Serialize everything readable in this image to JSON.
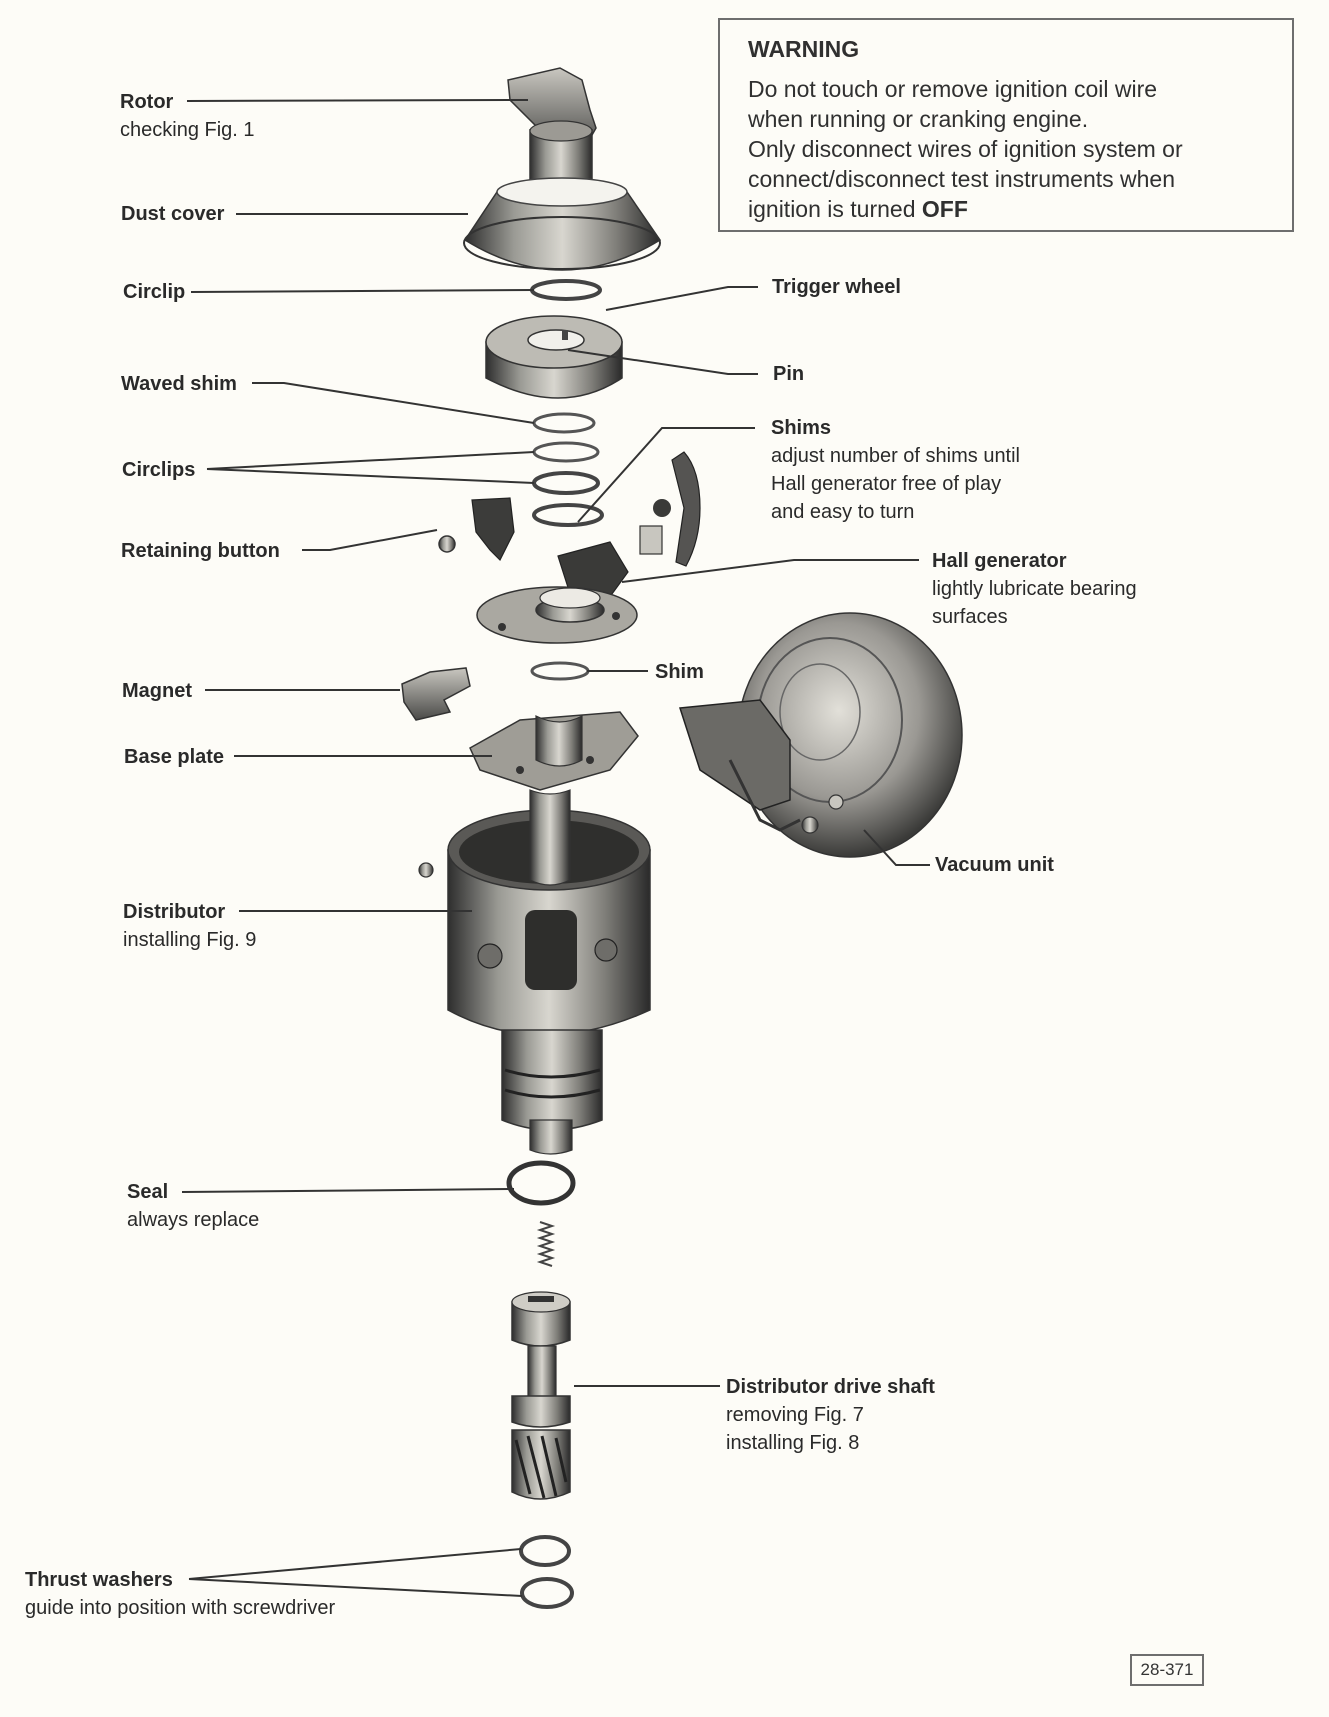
{
  "warning": {
    "title": "WARNING",
    "line1": "Do not touch or remove ignition coil wire",
    "line2": "when running or cranking engine.",
    "line3": "Only disconnect wires of ignition system or",
    "line4": "connect/disconnect test instruments when",
    "line5_prefix": "ignition is turned ",
    "line5_emphasis": "OFF"
  },
  "labels": {
    "rotor": {
      "title": "Rotor",
      "note": "checking Fig. 1"
    },
    "dust_cover": {
      "title": "Dust cover"
    },
    "circlip": {
      "title": "Circlip"
    },
    "trigger_wheel": {
      "title": "Trigger wheel"
    },
    "pin": {
      "title": "Pin"
    },
    "waved_shim": {
      "title": "Waved shim"
    },
    "shims": {
      "title": "Shims",
      "note1": "adjust number of shims until",
      "note2": "Hall generator free of play",
      "note3": "and easy to turn"
    },
    "circlips": {
      "title": "Circlips"
    },
    "retaining_button": {
      "title": "Retaining button"
    },
    "hall_generator": {
      "title": "Hall generator",
      "note1": "lightly lubricate bearing",
      "note2": "surfaces"
    },
    "shim": {
      "title": "Shim"
    },
    "magnet": {
      "title": "Magnet"
    },
    "base_plate": {
      "title": "Base plate"
    },
    "vacuum_unit": {
      "title": "Vacuum unit"
    },
    "distributor": {
      "title": "Distributor",
      "note": "installing Fig. 9"
    },
    "seal": {
      "title": "Seal",
      "note": "always replace"
    },
    "drive_shaft": {
      "title": "Distributor drive shaft",
      "note1": "removing Fig. 7",
      "note2": "installing Fig. 8"
    },
    "thrust_washers": {
      "title": "Thrust washers",
      "note": "guide into position with screwdriver"
    }
  },
  "figure_number": "28-371"
}
